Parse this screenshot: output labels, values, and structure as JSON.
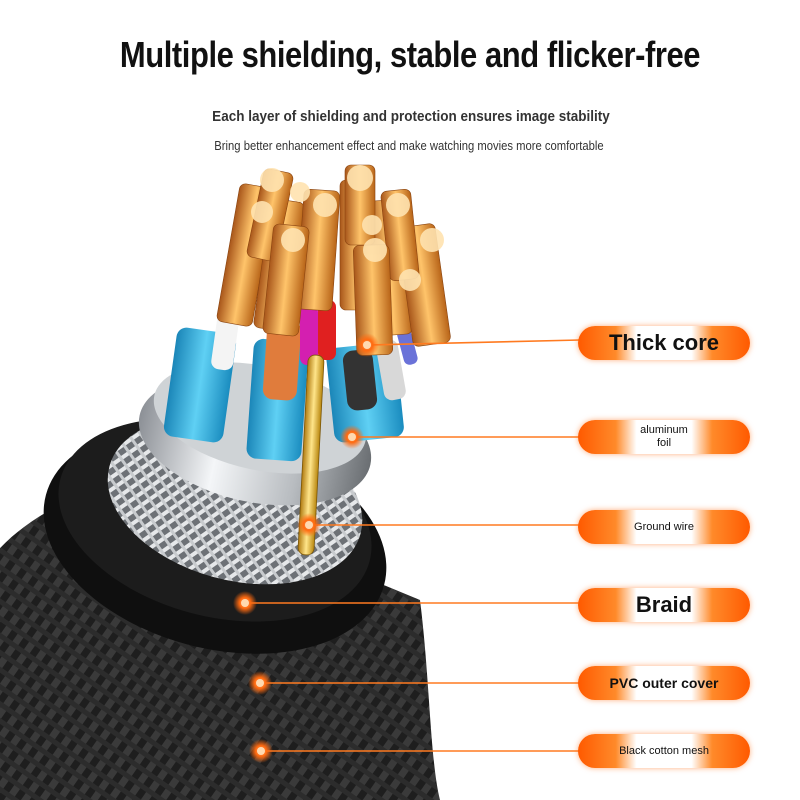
{
  "header": {
    "title": "Multiple shielding, stable and flicker-free",
    "subtitle": "Each layer of shielding and protection ensures image stability",
    "tagline": "Bring better enhancement effect and make watching movies more comfortable"
  },
  "callouts": [
    {
      "label": "Thick core"
    },
    {
      "label": "aluminum foil"
    },
    {
      "label": "Ground wire"
    },
    {
      "label": "Braid"
    },
    {
      "label": "PVC outer cover"
    },
    {
      "label": "Black cotton mesh"
    }
  ],
  "colors": {
    "accent": "#ff6a10",
    "copper": "#e8902c",
    "foil_blue": "#27a9d8",
    "braid": "#2a2a2a"
  }
}
